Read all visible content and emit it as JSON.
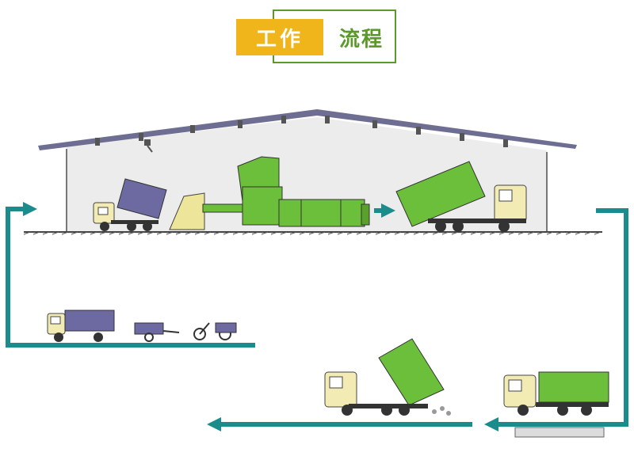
{
  "header": {
    "title_part1": "工作",
    "title_part2": "流程"
  },
  "colors": {
    "title_yellow": "#f0b51a",
    "title_green": "#5b9a2a",
    "flow_arrow": "#1a8c8c",
    "equipment_green": "#6cbf3a",
    "truck_cab": "#f2ecb4",
    "roof": "#6e6e92"
  },
  "icons": [
    "warehouse-roof",
    "truck-icon",
    "cart-icon",
    "tricycle-icon",
    "compactor-icon",
    "hook-lift-truck-icon",
    "flow-arrow-icon"
  ]
}
